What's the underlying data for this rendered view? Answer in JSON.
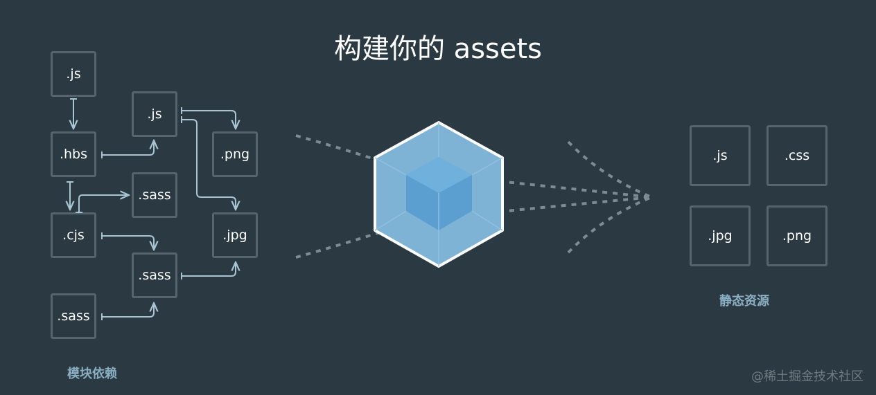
{
  "title": "构建你的 assets",
  "left_caption": "模块依赖",
  "right_caption": "静态资源",
  "watermark": "@稀土掘金技术社区",
  "left_modules": [
    ".js",
    ".hbs",
    ".cjs",
    ".sass",
    ".js",
    ".sass",
    ".sass",
    ".png",
    ".jpg"
  ],
  "right_assets": [
    ".js",
    ".css",
    ".jpg",
    ".png"
  ],
  "colors": {
    "background": "#2b3a42",
    "box_border": "#56646b",
    "arrow": "#a9c5d4",
    "caption": "#8aaec2",
    "cube_outer": "#7fb3d5",
    "cube_inner": "#5a9fd0",
    "dashes": "#7d8b92"
  },
  "icons": [
    "webpack-cube-icon"
  ]
}
